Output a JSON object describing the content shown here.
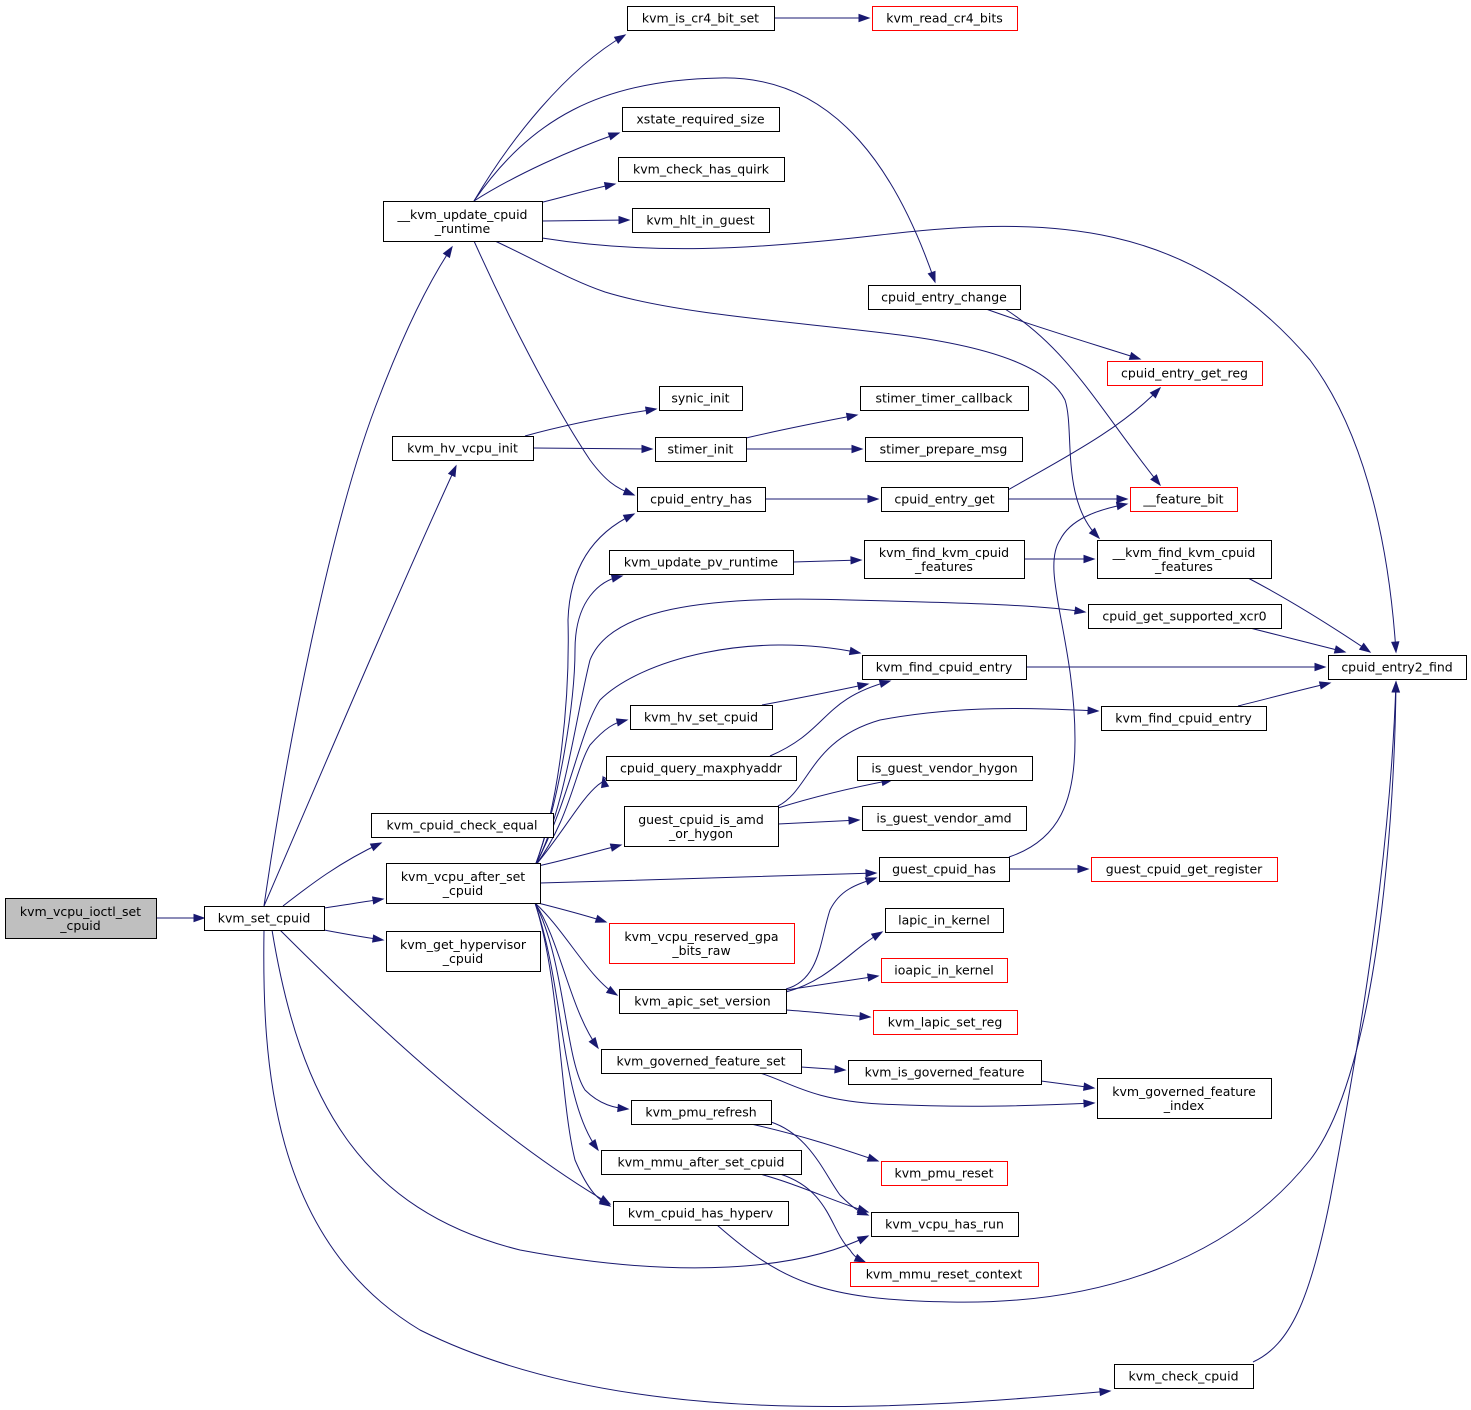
{
  "colors": {
    "edge": "#191970",
    "truncated_border": "#ff0000",
    "root_fill": "#bfbfbf"
  },
  "nodes": {
    "ioctl": [
      "kvm_vcpu_ioctl_set",
      "_cpuid"
    ],
    "set_cpuid": [
      "kvm_set_cpuid"
    ],
    "update_runtime": [
      "__kvm_update_cpuid",
      "_runtime"
    ],
    "hv_vcpu_init": [
      "kvm_hv_vcpu_init"
    ],
    "check_equal": [
      "kvm_cpuid_check_equal"
    ],
    "after_set": [
      "kvm_vcpu_after_set",
      "_cpuid"
    ],
    "get_hyperv": [
      "kvm_get_hypervisor",
      "_cpuid"
    ],
    "is_cr4": [
      "kvm_is_cr4_bit_set"
    ],
    "read_cr4": [
      "kvm_read_cr4_bits"
    ],
    "xstate": [
      "xstate_required_size"
    ],
    "quirk": [
      "kvm_check_has_quirk"
    ],
    "hlt": [
      "kvm_hlt_in_guest"
    ],
    "entry_change": [
      "cpuid_entry_change"
    ],
    "get_reg": [
      "cpuid_entry_get_reg"
    ],
    "synic": [
      "synic_init"
    ],
    "stimer_cb": [
      "stimer_timer_callback"
    ],
    "stimer_init": [
      "stimer_init"
    ],
    "stimer_msg": [
      "stimer_prepare_msg"
    ],
    "entry_has": [
      "cpuid_entry_has"
    ],
    "entry_get": [
      "cpuid_entry_get"
    ],
    "feature_bit": [
      "__feature_bit"
    ],
    "pv_runtime": [
      "kvm_update_pv_runtime"
    ],
    "find_kvm_feat": [
      "kvm_find_kvm_cpuid",
      "_features"
    ],
    "find_kvm_feat2": [
      "__kvm_find_kvm_cpuid",
      "_features"
    ],
    "xcr0": [
      "cpuid_get_supported_xcr0"
    ],
    "find_entry": [
      "kvm_find_cpuid_entry"
    ],
    "entry2_find": [
      "cpuid_entry2_find"
    ],
    "hv_set": [
      "kvm_hv_set_cpuid"
    ],
    "find_entry2": [
      "kvm_find_cpuid_entry"
    ],
    "maxphy": [
      "cpuid_query_maxphyaddr"
    ],
    "hygon": [
      "is_guest_vendor_hygon"
    ],
    "amd_hygon": [
      "guest_cpuid_is_amd",
      "_or_hygon"
    ],
    "vendor_amd": [
      "is_guest_vendor_amd"
    ],
    "guest_has": [
      "guest_cpuid_has"
    ],
    "guest_reg": [
      "guest_cpuid_get_register"
    ],
    "lapic_kernel": [
      "lapic_in_kernel"
    ],
    "reserved_gpa": [
      "kvm_vcpu_reserved_gpa",
      "_bits_raw"
    ],
    "ioapic": [
      "ioapic_in_kernel"
    ],
    "apic_version": [
      "kvm_apic_set_version"
    ],
    "lapic_reg": [
      "kvm_lapic_set_reg"
    ],
    "gov_set": [
      "kvm_governed_feature_set"
    ],
    "is_gov": [
      "kvm_is_governed_feature"
    ],
    "gov_index": [
      "kvm_governed_feature",
      "_index"
    ],
    "pmu_refresh": [
      "kvm_pmu_refresh"
    ],
    "pmu_reset": [
      "kvm_pmu_reset"
    ],
    "mmu_after": [
      "kvm_mmu_after_set_cpuid"
    ],
    "has_run": [
      "kvm_vcpu_has_run"
    ],
    "has_hyperv": [
      "kvm_cpuid_has_hyperv"
    ],
    "mmu_reset": [
      "kvm_mmu_reset_context"
    ],
    "check_cpuid": [
      "kvm_check_cpuid"
    ]
  },
  "root": "ioctl",
  "truncated": [
    "read_cr4",
    "get_reg",
    "feature_bit",
    "guest_reg",
    "reserved_gpa",
    "ioapic",
    "lapic_reg",
    "pmu_reset",
    "mmu_reset"
  ],
  "edges": [
    [
      "ioctl",
      "set_cpuid"
    ],
    [
      "set_cpuid",
      "update_runtime"
    ],
    [
      "set_cpuid",
      "hv_vcpu_init"
    ],
    [
      "set_cpuid",
      "check_equal"
    ],
    [
      "set_cpuid",
      "after_set"
    ],
    [
      "set_cpuid",
      "get_hyperv"
    ],
    [
      "set_cpuid",
      "has_hyperv"
    ],
    [
      "set_cpuid",
      "has_run"
    ],
    [
      "set_cpuid",
      "check_cpuid"
    ],
    [
      "update_runtime",
      "is_cr4"
    ],
    [
      "update_runtime",
      "xstate"
    ],
    [
      "update_runtime",
      "quirk"
    ],
    [
      "update_runtime",
      "hlt"
    ],
    [
      "update_runtime",
      "entry_change"
    ],
    [
      "update_runtime",
      "entry2_find"
    ],
    [
      "update_runtime",
      "find_kvm_feat2"
    ],
    [
      "update_runtime",
      "entry_has"
    ],
    [
      "is_cr4",
      "read_cr4"
    ],
    [
      "hv_vcpu_init",
      "synic"
    ],
    [
      "hv_vcpu_init",
      "stimer_init"
    ],
    [
      "stimer_init",
      "stimer_cb"
    ],
    [
      "stimer_init",
      "stimer_msg"
    ],
    [
      "entry_change",
      "get_reg"
    ],
    [
      "entry_change",
      "feature_bit"
    ],
    [
      "entry_has",
      "entry_get"
    ],
    [
      "entry_get",
      "get_reg"
    ],
    [
      "entry_get",
      "feature_bit"
    ],
    [
      "after_set",
      "entry_has"
    ],
    [
      "after_set",
      "pv_runtime"
    ],
    [
      "after_set",
      "xcr0"
    ],
    [
      "after_set",
      "find_entry"
    ],
    [
      "after_set",
      "hv_set"
    ],
    [
      "after_set",
      "maxphy"
    ],
    [
      "after_set",
      "amd_hygon"
    ],
    [
      "after_set",
      "guest_has"
    ],
    [
      "after_set",
      "reserved_gpa"
    ],
    [
      "after_set",
      "apic_version"
    ],
    [
      "after_set",
      "gov_set"
    ],
    [
      "after_set",
      "pmu_refresh"
    ],
    [
      "after_set",
      "mmu_after"
    ],
    [
      "after_set",
      "has_hyperv"
    ],
    [
      "pv_runtime",
      "find_kvm_feat"
    ],
    [
      "find_kvm_feat",
      "find_kvm_feat2"
    ],
    [
      "find_kvm_feat2",
      "entry2_find"
    ],
    [
      "xcr0",
      "entry2_find"
    ],
    [
      "find_entry",
      "entry2_find"
    ],
    [
      "find_entry2",
      "entry2_find"
    ],
    [
      "hv_set",
      "find_entry"
    ],
    [
      "maxphy",
      "find_entry"
    ],
    [
      "amd_hygon",
      "find_entry2"
    ],
    [
      "amd_hygon",
      "hygon"
    ],
    [
      "amd_hygon",
      "vendor_amd"
    ],
    [
      "guest_has",
      "guest_reg"
    ],
    [
      "guest_has",
      "feature_bit"
    ],
    [
      "apic_version",
      "guest_has"
    ],
    [
      "apic_version",
      "lapic_kernel"
    ],
    [
      "apic_version",
      "ioapic"
    ],
    [
      "apic_version",
      "lapic_reg"
    ],
    [
      "gov_set",
      "is_gov"
    ],
    [
      "gov_set",
      "gov_index"
    ],
    [
      "is_gov",
      "gov_index"
    ],
    [
      "pmu_refresh",
      "pmu_reset"
    ],
    [
      "pmu_refresh",
      "has_run"
    ],
    [
      "mmu_after",
      "has_run"
    ],
    [
      "mmu_after",
      "mmu_reset"
    ],
    [
      "has_hyperv",
      "entry2_find"
    ],
    [
      "check_cpuid",
      "entry2_find"
    ]
  ]
}
